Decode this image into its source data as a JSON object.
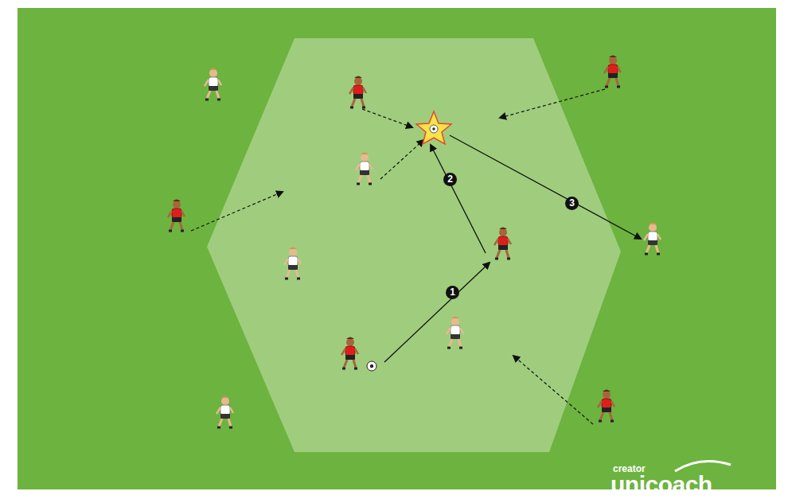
{
  "diagram": {
    "labels": [
      "1",
      "2",
      "3",
      "creator",
      "unicoach"
    ]
  }
}
